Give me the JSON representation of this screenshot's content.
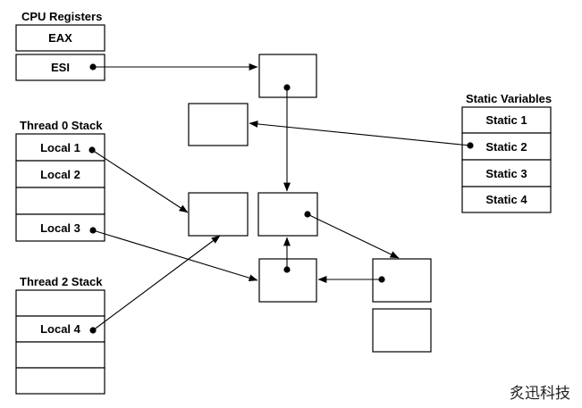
{
  "cpu_registers": {
    "title": "CPU Registers",
    "items": [
      "EAX",
      "ESI"
    ]
  },
  "thread0_stack": {
    "title": "Thread 0 Stack",
    "items": [
      "Local 1",
      "Local 2",
      "",
      "Local 3"
    ]
  },
  "thread2_stack": {
    "title": "Thread 2 Stack",
    "items": [
      "",
      "Local 4",
      "",
      ""
    ]
  },
  "static_variables": {
    "title": "Static Variables",
    "items": [
      "Static 1",
      "Static 2",
      "Static 3",
      "Static 4"
    ]
  },
  "watermark": "炙迅科技"
}
